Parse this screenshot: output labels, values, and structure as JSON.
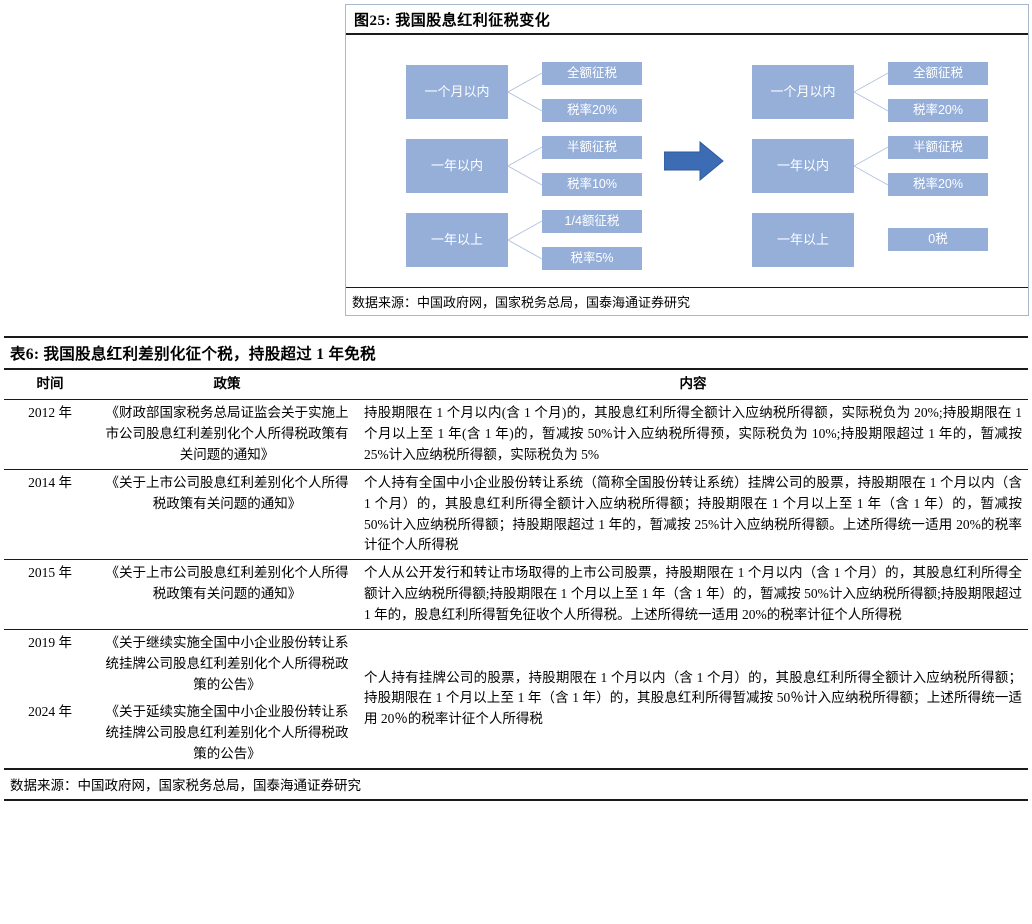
{
  "figure": {
    "title": "图25: 我国股息红利征税变化",
    "source": "数据来源：中国政府网，国家税务总局，国泰海通证券研究",
    "colors": {
      "box_fill": "#95afd9",
      "box_text": "#ffffff",
      "connector": "#b3c4e2",
      "arrow_fill": "#3b6cb4",
      "arrow_stroke": "#2e5a9c"
    },
    "before": {
      "rows": [
        {
          "period": "一个月以内",
          "details": [
            "全额征税",
            "税率20%"
          ]
        },
        {
          "period": "一年以内",
          "details": [
            "半额征税",
            "税率10%"
          ]
        },
        {
          "period": "一年以上",
          "details": [
            "1/4额征税",
            "税率5%"
          ]
        }
      ]
    },
    "after": {
      "rows": [
        {
          "period": "一个月以内",
          "details": [
            "全额征税",
            "税率20%"
          ]
        },
        {
          "period": "一年以内",
          "details": [
            "半额征税",
            "税率20%"
          ]
        },
        {
          "period": "一年以上",
          "details": [
            "0税"
          ]
        }
      ]
    },
    "arrow_icon": "right-arrow-icon"
  },
  "table": {
    "title": "表6: 我国股息红利差别化征个税，持股超过 1 年免税",
    "headers": [
      "时间",
      "政策",
      "内容"
    ],
    "rows": [
      {
        "time": "2012 年",
        "policy": "《财政部国家税务总局证监会关于实施上市公司股息红利差别化个人所得税政策有关问题的通知》",
        "content": "持股期限在 1 个月以内(含 1 个月)的，其股息红利所得全额计入应纳税所得额，实际税负为 20%;持股期限在 1 个月以上至 1 年(含 1 年)的，暂减按 50%计入应纳税所得预，实际税负为 10%;持股期限超过 1 年的，暂减按 25%计入应纳税所得额，实际税负为 5%"
      },
      {
        "time": "2014 年",
        "policy": "《关于上市公司股息红利差别化个人所得税政策有关问题的通知》",
        "content": "个人持有全国中小企业股份转让系统（简称全国股份转让系统）挂牌公司的股票，持股期限在 1 个月以内（含 1 个月）的，其股息红利所得全额计入应纳税所得额；持股期限在 1 个月以上至 1 年（含 1 年）的，暂减按 50%计入应纳税所得额；持股期限超过 1 年的，暂减按 25%计入应纳税所得额。上述所得统一适用 20%的税率计征个人所得税"
      },
      {
        "time": "2015 年",
        "policy": "《关于上市公司股息红利差别化个人所得税政策有关问题的通知》",
        "content": "个人从公开发行和转让市场取得的上市公司股票，持股期限在 1 个月以内（含 1 个月）的，其股息红利所得全额计入应纳税所得额;持股期限在 1 个月以上至 1 年（含 1 年）的，暂减按 50%计入应纳税所得额;持股期限超过 1 年的，股息红利所得暂免征收个人所得税。上述所得统一适用 20%的税率计征个人所得税"
      },
      {
        "time": "2019 年",
        "policy": "《关于继续实施全国中小企业股份转让系统挂牌公司股息红利差别化个人所得税政策的公告》",
        "content": ""
      },
      {
        "time": "2024 年",
        "policy": "《关于延续实施全国中小企业股份转让系统挂牌公司股息红利差别化个人所得税政策的公告》",
        "content": "个人持有挂牌公司的股票，持股期限在 1 个月以内（含 1 个月）的，其股息红利所得全额计入应纳税所得额；持股期限在 1 个月以上至 1 年（含 1 年）的，其股息红利所得暂减按 50％计入应纳税所得额；上述所得统一适用 20％的税率计征个人所得税"
      }
    ],
    "source": "数据来源：中国政府网，国家税务总局，国泰海通证券研究"
  }
}
